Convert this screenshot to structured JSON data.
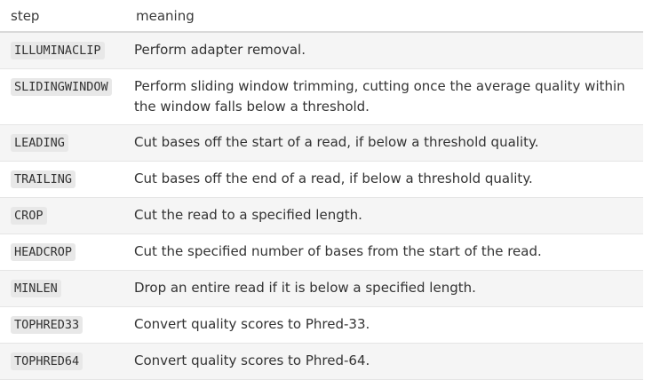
{
  "table": {
    "headers": {
      "step": "step",
      "meaning": "meaning"
    },
    "rows": [
      {
        "step": "ILLUMINACLIP",
        "meaning": "Perform adapter removal."
      },
      {
        "step": "SLIDINGWINDOW",
        "meaning": "Perform sliding window trimming, cutting once the average quality within the window falls below a threshold."
      },
      {
        "step": "LEADING",
        "meaning": "Cut bases off the start of a read, if below a threshold quality."
      },
      {
        "step": "TRAILING",
        "meaning": "Cut bases off the end of a read, if below a threshold quality."
      },
      {
        "step": "CROP",
        "meaning": "Cut the read to a specified length."
      },
      {
        "step": "HEADCROP",
        "meaning": "Cut the specified number of bases from the start of the read."
      },
      {
        "step": "MINLEN",
        "meaning": "Drop an entire read if it is below a specified length."
      },
      {
        "step": "TOPHRED33",
        "meaning": "Convert quality scores to Phred-33."
      },
      {
        "step": "TOPHRED64",
        "meaning": "Convert quality scores to Phred-64."
      }
    ]
  }
}
